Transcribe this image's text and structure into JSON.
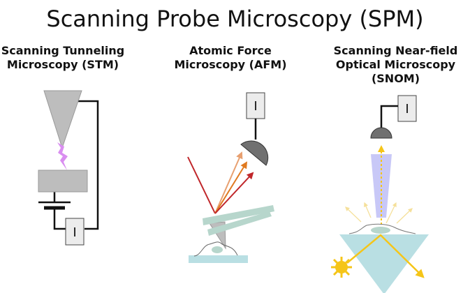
{
  "title": "Scanning Probe Microscopy (SPM)",
  "panels": [
    {
      "line1": "Scanning Tunneling",
      "line2": "Microscopy (STM)",
      "line3": ""
    },
    {
      "line1": "Atomic Force",
      "line2": "Microscopy (AFM)",
      "line3": ""
    },
    {
      "line1": "Scanning Near-field",
      "line2": "Optical Microscopy",
      "line3": "(SNOM)"
    }
  ],
  "current_label": "I",
  "colors": {
    "tip": "#bdbdbd",
    "spark": "#d98ef0",
    "cantilever": "#b7d6cc",
    "substrate": "#b9dfe3",
    "probe": "#c8c8f7",
    "light": "#f5c518",
    "laser": "#c0262a",
    "detector": "#707070"
  }
}
